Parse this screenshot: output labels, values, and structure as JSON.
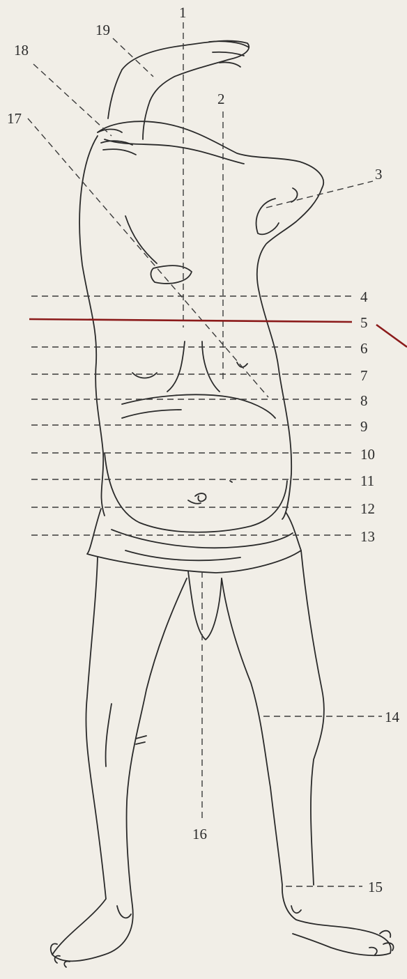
{
  "labels": [
    "1",
    "2",
    "3",
    "4",
    "5",
    "6",
    "7",
    "8",
    "9",
    "10",
    "11",
    "12",
    "13",
    "14",
    "15",
    "16",
    "17",
    "18",
    "19"
  ],
  "colors": {
    "highlight": "#8b1a1a",
    "ink": "#2a2a2a",
    "paper": "#f1eee7"
  }
}
